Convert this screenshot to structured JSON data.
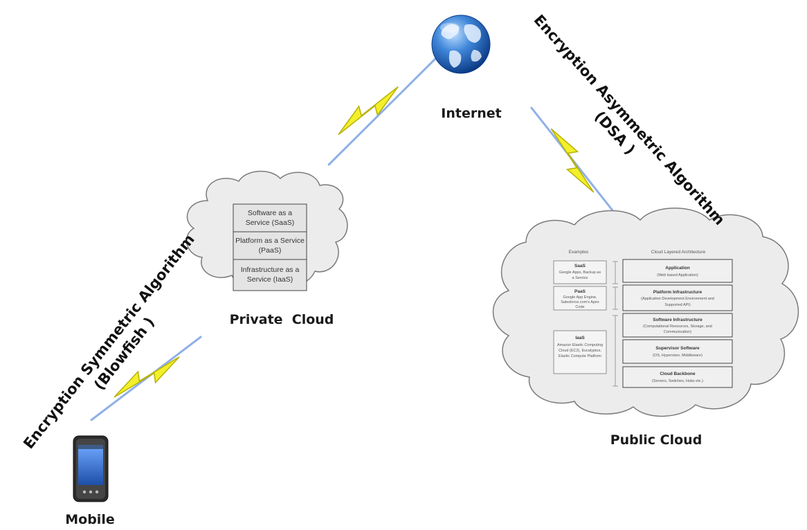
{
  "nodes": {
    "internet": {
      "label": "Internet"
    },
    "private_cloud": {
      "label": "Private  Cloud"
    },
    "public_cloud": {
      "label": "Public Cloud"
    },
    "mobile": {
      "label": "Mobile"
    }
  },
  "links": {
    "symmetric": {
      "line1": "Encryption Symmetric Algorithm",
      "line2": "(Blowfish )"
    },
    "asymmetric": {
      "line1": "Encryption Asymmetric Algorithm",
      "line2": "(DSA )"
    }
  },
  "private_stack": [
    {
      "line1": "Software as a",
      "line2": "Service (SaaS)"
    },
    {
      "line1": "Platform as a Service",
      "line2": "(PaaS)"
    },
    {
      "line1": "Infrastructure as a",
      "line2": "Service (IaaS)"
    }
  ],
  "public_arch": {
    "examples_header": "Examples",
    "layers_header": "Cloud Layered Architecture",
    "examples": [
      {
        "title": "SaaS",
        "line1": "Google Apps, Backup as",
        "line2": "a Service",
        "line3": ""
      },
      {
        "title": "PaaS",
        "line1": "Google App Engine,",
        "line2": "Salesforce.com's Apex",
        "line3": "Code"
      },
      {
        "title": "IaaS",
        "line1": "Amazon Elastic Computing",
        "line2": "Cloud (EC2), Eucalyptus,",
        "line3": "Elastic Compute Platform"
      }
    ],
    "layers": [
      {
        "title": "Application",
        "sub1": "(Web based Application)",
        "sub2": ""
      },
      {
        "title": "Platform Infrastructure",
        "sub1": "(Application Development Environment and",
        "sub2": "Supported API)"
      },
      {
        "title": "Software Infrastructure",
        "sub1": "(Computational Resources, Storage, and",
        "sub2": "Communication)"
      },
      {
        "title": "Supervisor Software",
        "sub1": "(OS, Hypervisor, Middleware)",
        "sub2": ""
      },
      {
        "title": "Cloud Backbone",
        "sub1": "(Servers, Switches, Hubs etc.)",
        "sub2": ""
      }
    ]
  },
  "colors": {
    "bolt_fill": "#f2f02a",
    "bolt_stroke": "#b8b000",
    "cloud_fill": "#ececec",
    "cloud_stroke": "#7a7a7a",
    "globe_blue": "#2f6fc4"
  },
  "icons": [
    "globe-icon",
    "lightning-bolt-icon",
    "mobile-phone-icon",
    "cloud-icon"
  ]
}
